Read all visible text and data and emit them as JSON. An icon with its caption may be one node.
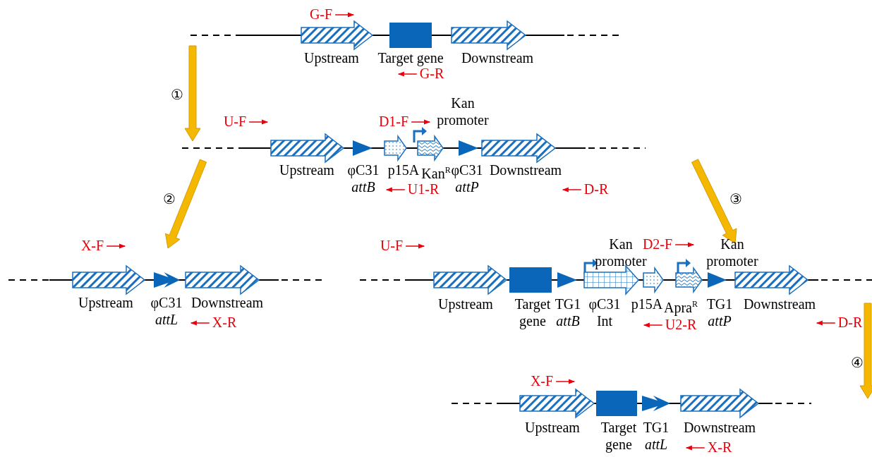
{
  "diagram": {
    "labels": [
      "G-F",
      "Upstream",
      "Target gene",
      "Downstream",
      "G-R",
      "①",
      "U-F",
      "D1-F",
      "Kan promoter",
      "Upstream",
      "φC31 *attB*",
      "p15A",
      "Kan$^{R}$",
      "φC31 *attP*",
      "Downstream",
      "U1-R",
      "D-R",
      "②",
      "③",
      "X-F",
      "Upstream",
      "φC31 *attL*",
      "Downstream",
      "X-R",
      "U-F",
      "Kan promoter",
      "D2-F",
      "Kan promoter",
      "Upstream",
      "Target gene",
      "TG1 *attB*",
      "φC31 Int",
      "p15A",
      "Apra$^{R}$",
      "TG1 *attP*",
      "Downstream",
      "U2-R",
      "D-R",
      "④",
      "X-F",
      "Upstream",
      "Target gene",
      "TG1 *attL*",
      "Downstream",
      "X-R"
    ]
  }
}
